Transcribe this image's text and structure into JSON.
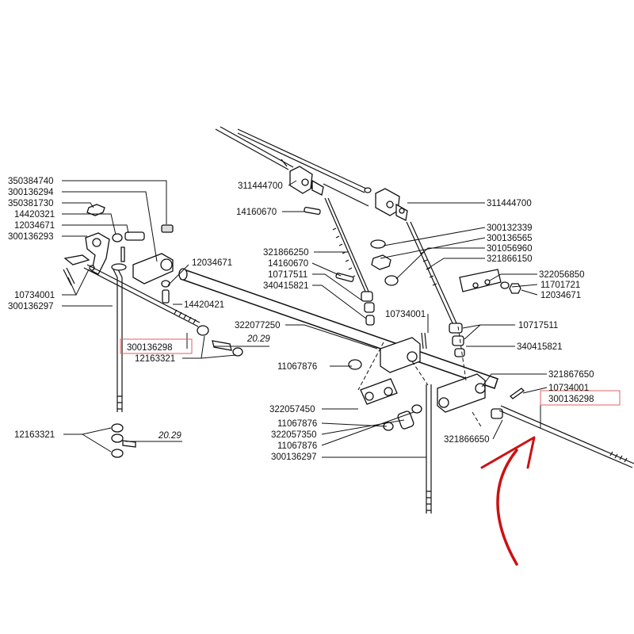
{
  "labels": {
    "l350384740": "350384740",
    "l300136294": "300136294",
    "l350381730": "350381730",
    "l14420321": "14420321",
    "l12034671a": "12034671",
    "l300136293": "300136293",
    "l10734001a": "10734001",
    "l300136297a": "300136297",
    "l12034671b": "12034671",
    "l14420421": "14420421",
    "l300136298a": "300136298",
    "l12163321a": "12163321",
    "l20_29a": "20.29",
    "l12163321b": "12163321",
    "l20_29b": "20.29",
    "l311444700a": "311444700",
    "l14160670a": "14160670",
    "l321866250": "321866250",
    "l14160670b": "14160670",
    "l10717511a": "10717511",
    "l340415821a": "340415821",
    "l322077250": "322077250",
    "l10734001b": "10734001",
    "l11067876a": "11067876",
    "l322057450": "322057450",
    "l11067876b": "11067876",
    "l322057350": "322057350",
    "l11067876c": "11067876",
    "l300136297b": "300136297",
    "l311444700b": "311444700",
    "l300132339": "300132339",
    "l300136565": "300136565",
    "l301056960": "301056960",
    "l321866150": "321866150",
    "l322056850": "322056850",
    "l11701721": "11701721",
    "l12034671c": "12034671",
    "l10717511b": "10717511",
    "l340415821b": "340415821",
    "l321867650": "321867650",
    "l10734001c": "10734001",
    "l300136298b": "300136298",
    "l321866650": "321866650"
  },
  "colors": {
    "line": "#111111",
    "highlight_box": "#e06060",
    "arrow": "#cc1111"
  },
  "highlighted_parts": [
    "300136298"
  ]
}
